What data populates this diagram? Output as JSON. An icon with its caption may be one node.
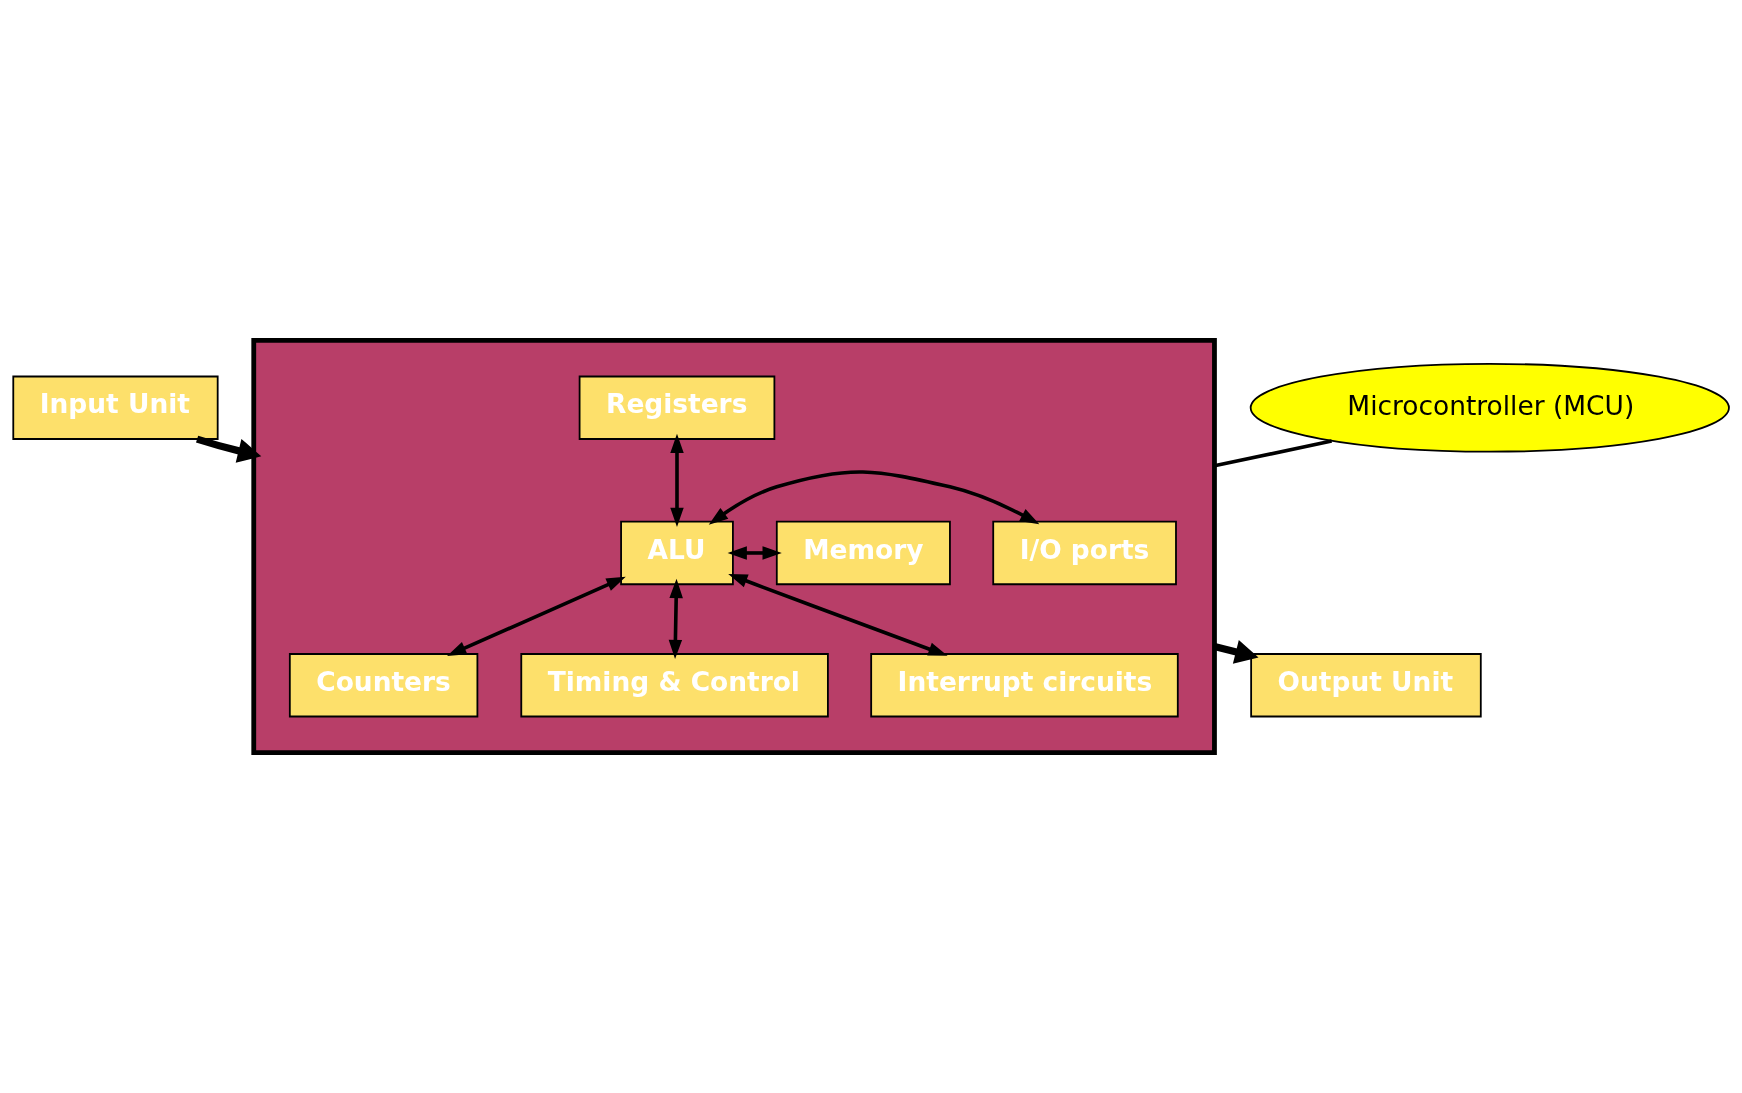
{
  "diagram": {
    "nodes": [
      {
        "text": [
          "Input Unit"
        ]
      },
      {
        "text": [],
        "shape": "box"
      },
      {
        "text": [
          "Memory"
        ],
        "in": 1
      },
      {
        "text": [
          "Registers"
        ],
        "in": 1
      },
      {
        "text": [
          "I/O ports"
        ],
        "in": 1
      },
      {
        "text": [
          "ALU"
        ],
        "in": 1
      },
      {
        "text": [
          "Counters"
        ],
        "in": 1
      },
      {
        "text": [
          "Timing & Control"
        ],
        "in": 1
      },
      {
        "text": [
          "Interrupt circuits"
        ],
        "in": 1
      },
      {
        "text": [
          "Output Unit"
        ]
      },
      {
        "text": [
          "Microcontroller (MCU)"
        ]
      }
    ],
    "edges": [
      {
        "from": 0,
        "to": 1,
        "arrow": "to",
        "style": "thick"
      },
      {
        "from": 1,
        "to": 9,
        "arrow": "to",
        "style": "thick"
      },
      {
        "from": 3,
        "to": 5,
        "arrow": "both"
      },
      {
        "from": 2,
        "to": 5,
        "arrow": "both"
      },
      {
        "from": 5,
        "to": 4,
        "arrow": "both"
      },
      {
        "from": 5,
        "to": 6,
        "arrow": "both"
      },
      {
        "from": 5,
        "to": 7,
        "arrow": "both"
      },
      {
        "from": 5,
        "to": 8,
        "arrow": "both"
      },
      {
        "from": 10,
        "to": 1,
        "arrow": "none"
      }
    ]
  }
}
